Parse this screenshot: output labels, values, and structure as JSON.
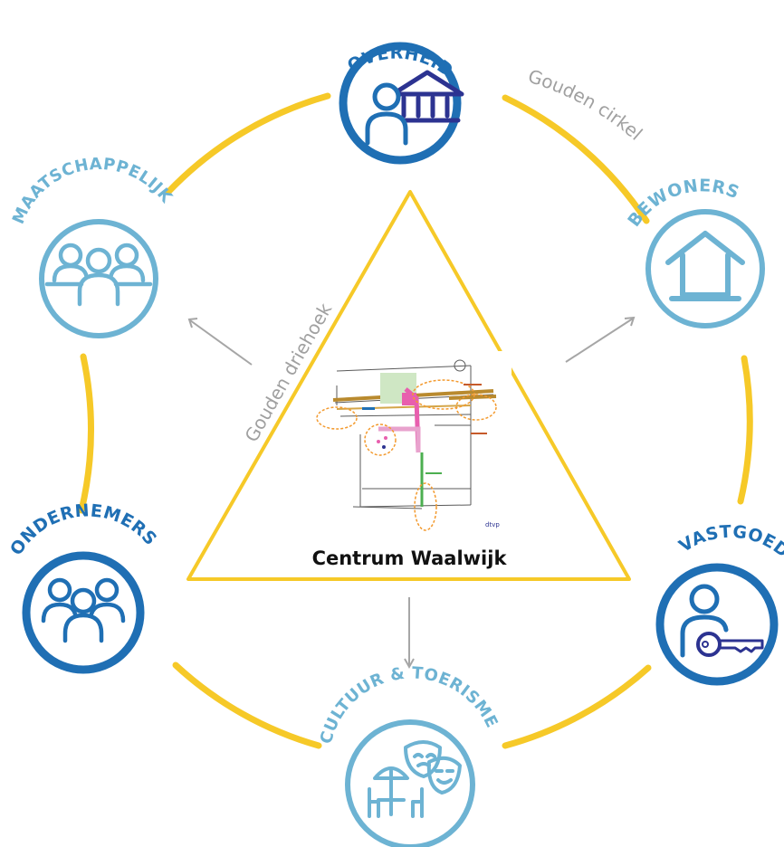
{
  "colors": {
    "gold": "#f6c928",
    "dark_blue": "#1f6fb4",
    "light_blue": "#6db3d3",
    "navy": "#2c3391",
    "gray": "#a6a6a6"
  },
  "center": {
    "title": "Centrum Waalwijk"
  },
  "labels": {
    "circle": "Gouden cirkel",
    "triangle": "Gouden driehoek"
  },
  "stakeholders": [
    {
      "key": "overheid",
      "label": "OVERHEID",
      "icon": "government-icon",
      "tone": "dark"
    },
    {
      "key": "bewoners",
      "label": "BEWONERS",
      "icon": "house-icon",
      "tone": "light"
    },
    {
      "key": "vastgoed",
      "label": "VASTGOED",
      "icon": "person-key-icon",
      "tone": "dark"
    },
    {
      "key": "cultuur",
      "label": "CULTUUR & TOERISME",
      "icon": "terrace-masks-icon",
      "tone": "light"
    },
    {
      "key": "ondernemers",
      "label": "ONDERNEMERS",
      "icon": "group-icon",
      "tone": "dark"
    },
    {
      "key": "maatschappelijk",
      "label": "MAATSCHAPPELIJK",
      "icon": "meeting-table-icon",
      "tone": "light"
    }
  ]
}
